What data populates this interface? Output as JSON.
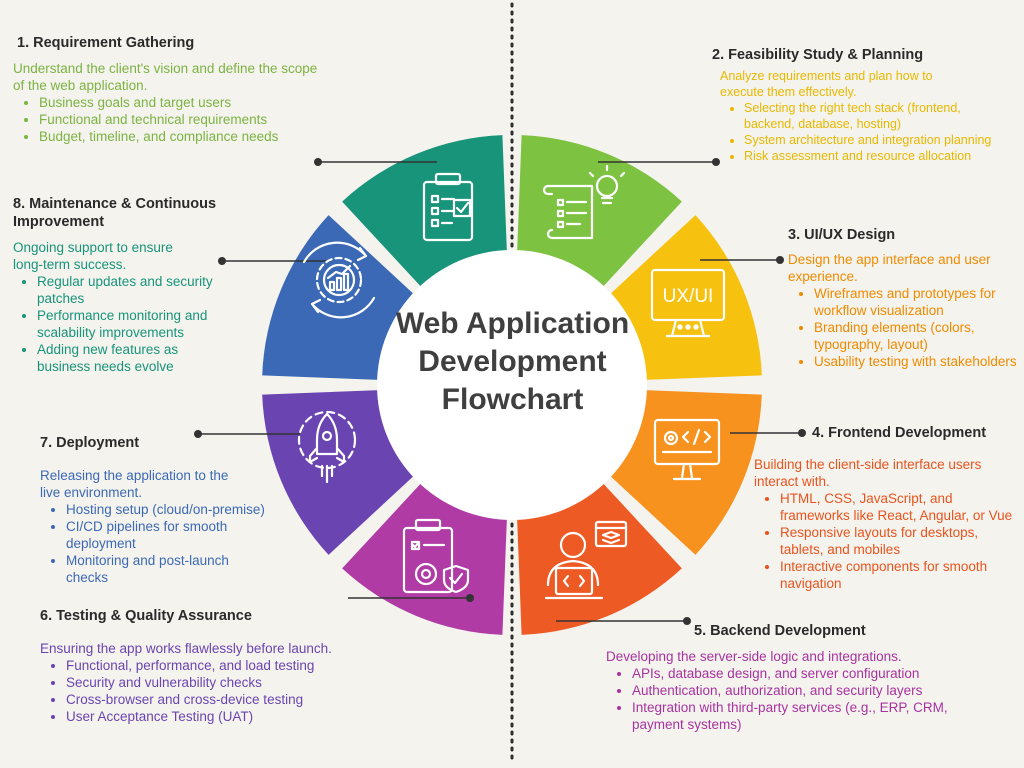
{
  "center_title": "Web Application Development Flowchart",
  "segments": [
    {
      "name": "requirement",
      "color": "#7ec242"
    },
    {
      "name": "feasibility",
      "color": "#f6c10f"
    },
    {
      "name": "uiux",
      "color": "#f7921e"
    },
    {
      "name": "frontend",
      "color": "#ee5a24"
    },
    {
      "name": "backend",
      "color": "#b03ba5"
    },
    {
      "name": "testing",
      "color": "#6a45b1"
    },
    {
      "name": "deployment",
      "color": "#3b69b5"
    },
    {
      "name": "maintenance",
      "color": "#17947a"
    }
  ],
  "steps": [
    {
      "title": "1. Requirement Gathering",
      "color": "#7cb342",
      "desc": "Understand the client's vision and define the scope of the web application.",
      "bullets": [
        "Business goals and target users",
        "Functional and technical requirements",
        "Budget, timeline, and compliance needs"
      ]
    },
    {
      "title": "2. Feasibility Study & Planning",
      "color": "#e8b800",
      "desc": "Analyze requirements and plan how to execute them effectively.",
      "bullets": [
        "Selecting the right tech stack (frontend, backend, database, hosting)",
        "System architecture and integration planning",
        "Risk assessment and resource allocation"
      ]
    },
    {
      "title": "3. UI/UX Design",
      "color": "#f08a00",
      "desc": "Design the app interface and user experience.",
      "bullets": [
        "Wireframes and prototypes for workflow visualization",
        "Branding elements (colors, typography, layout)",
        "Usability testing with stakeholders"
      ]
    },
    {
      "title": "4. Frontend Development",
      "color": "#e8541e",
      "desc": "Building the client-side interface users interact with.",
      "bullets": [
        "HTML, CSS, JavaScript, and frameworks like React, Angular, or Vue",
        "Responsive layouts for desktops, tablets, and mobiles",
        "Interactive components for smooth navigation"
      ]
    },
    {
      "title": "5. Backend Development",
      "color": "#a832a0",
      "desc": "Developing the server-side logic and integrations.",
      "bullets": [
        "APIs, database design, and server configuration",
        "Authentication, authorization, and security layers",
        "Integration with third-party services (e.g., ERP, CRM, payment systems)"
      ]
    },
    {
      "title": "6. Testing & Quality Assurance",
      "color": "#6a45b1",
      "desc": "Ensuring the app works flawlessly before launch.",
      "bullets": [
        "Functional, performance, and load testing",
        "Security and vulnerability checks",
        "Cross-browser and cross-device testing",
        "User Acceptance Testing (UAT)"
      ]
    },
    {
      "title": "7. Deployment",
      "color": "#3b69b5",
      "desc": "Releasing the application to the live environment.",
      "bullets": [
        "Hosting setup (cloud/on-premise)",
        "CI/CD pipelines for smooth deployment",
        "Monitoring and post-launch checks"
      ]
    },
    {
      "title": "8. Maintenance & Continuous Improvement",
      "color": "#17947a",
      "desc": "Ongoing support to ensure long-term success.",
      "bullets": [
        "Regular updates and security patches",
        "Performance monitoring and scalability improvements",
        "Adding new features as business needs evolve"
      ]
    }
  ],
  "icons": {
    "requirement": "clipboard-checklist-icon",
    "feasibility": "idea-scroll-icon",
    "uiux": "ux-ui-monitor-icon",
    "frontend": "code-monitor-icon",
    "backend": "developer-laptop-icon",
    "testing": "quality-clipboard-icon",
    "deployment": "rocket-gear-icon",
    "maintenance": "performance-gear-icon"
  },
  "uiux_icon_text": "UX/UI"
}
